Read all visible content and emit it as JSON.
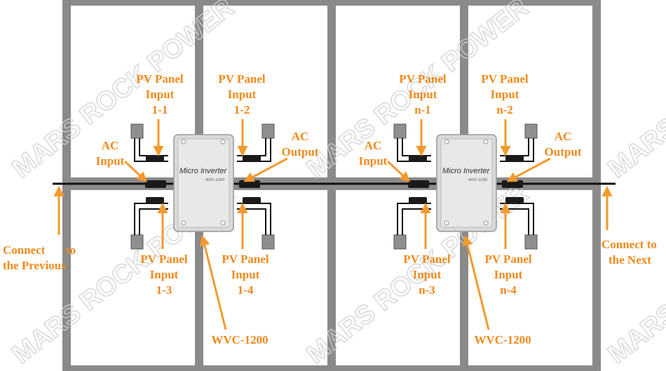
{
  "watermark": "MARS ROCK POWER",
  "colors": {
    "label": "#ef8a1c",
    "arrow": "#f39a2e",
    "panel_frame": "#8a8a8a",
    "bus_line": "#111111",
    "inverter_body": "#d9d9d9"
  },
  "inverters": [
    {
      "title": "Micro Inverter",
      "model_mark": "WVC-1200",
      "model_label": "WVC-1200",
      "ac_input": [
        "AC",
        "Input"
      ],
      "ac_output": [
        "AC",
        "Output"
      ],
      "pv_inputs": [
        [
          "PV Panel",
          "Input",
          "1-1"
        ],
        [
          "PV Panel",
          "Input",
          "1-2"
        ],
        [
          "PV Panel",
          "Input",
          "1-3"
        ],
        [
          "PV Panel",
          "Input",
          "1-4"
        ]
      ]
    },
    {
      "title": "Micro Inverter",
      "model_mark": "WVC-1200",
      "model_label": "WVC-1200",
      "ac_input": [
        "AC",
        "Input"
      ],
      "ac_output": [
        "AC",
        "Output"
      ],
      "pv_inputs": [
        [
          "PV Panel",
          "Input",
          "n-1"
        ],
        [
          "PV Panel",
          "Input",
          "n-2"
        ],
        [
          "PV Panel",
          "Input",
          "n-3"
        ],
        [
          "PV Panel",
          "Input",
          "n-4"
        ]
      ]
    }
  ],
  "connect_previous": [
    "Connect",
    "to",
    "the Previous"
  ],
  "connect_next": [
    "Connect to",
    "the Next"
  ]
}
